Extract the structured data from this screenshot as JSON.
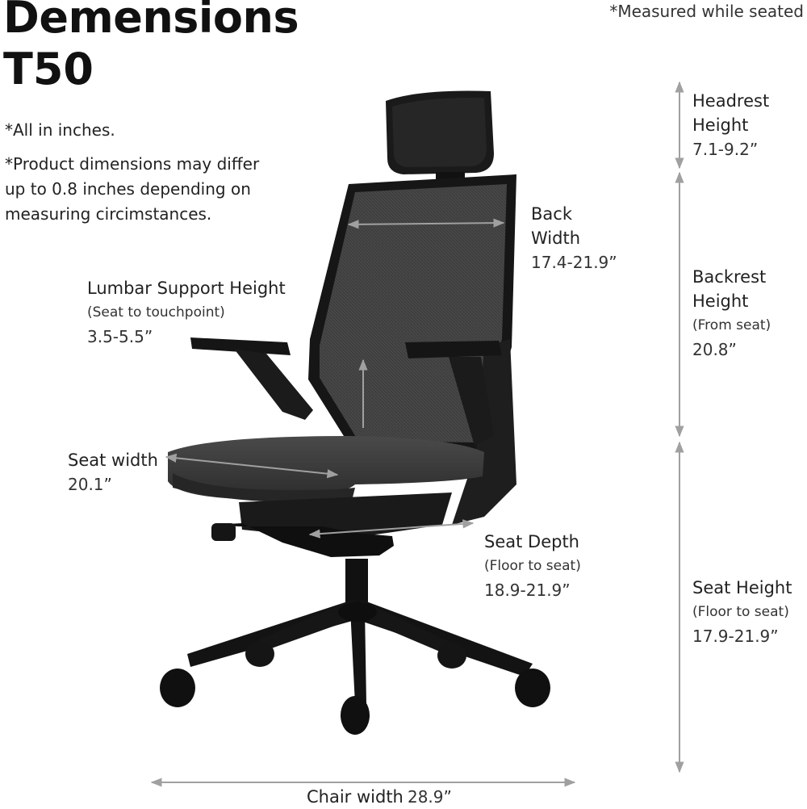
{
  "header": {
    "title": "Demensions",
    "model": "T50",
    "seated_note": "*Measured while seated"
  },
  "notes": {
    "inches": "*All in inches.",
    "variance_line1": "*Product dimensions may differ",
    "variance_line2": "up to 0.8 inches depending on",
    "variance_line3": "measuring circimstances."
  },
  "dimensions": {
    "headrest": {
      "line1": "Headrest",
      "line2": "Height",
      "value": "7.1-9.2”"
    },
    "back_width": {
      "line1": "Back",
      "line2": "Width",
      "value": "17.4-21.9”"
    },
    "backrest": {
      "line1": "Backrest",
      "line2": "Height",
      "sub": "(From seat)",
      "value": "20.8”"
    },
    "lumbar": {
      "label": "Lumbar Support Height",
      "sub": "(Seat to touchpoint)",
      "value": "3.5-5.5”"
    },
    "seat_width": {
      "label": "Seat width",
      "value": "20.1”"
    },
    "seat_depth": {
      "label": "Seat Depth",
      "sub": "(Floor to seat)",
      "value": "18.9-21.9”"
    },
    "seat_height": {
      "label": "Seat Height",
      "sub": "(Floor to seat)",
      "value": "17.9-21.9”"
    },
    "chair_width": {
      "label": "Chair width",
      "value": "28.9”"
    }
  },
  "colors": {
    "text": "#1f1f1f",
    "arrow": "#9a9a9a",
    "chair_dark": "#1b1b1b",
    "mesh": "#3f3f3f",
    "seat": "#3a3a3a"
  }
}
